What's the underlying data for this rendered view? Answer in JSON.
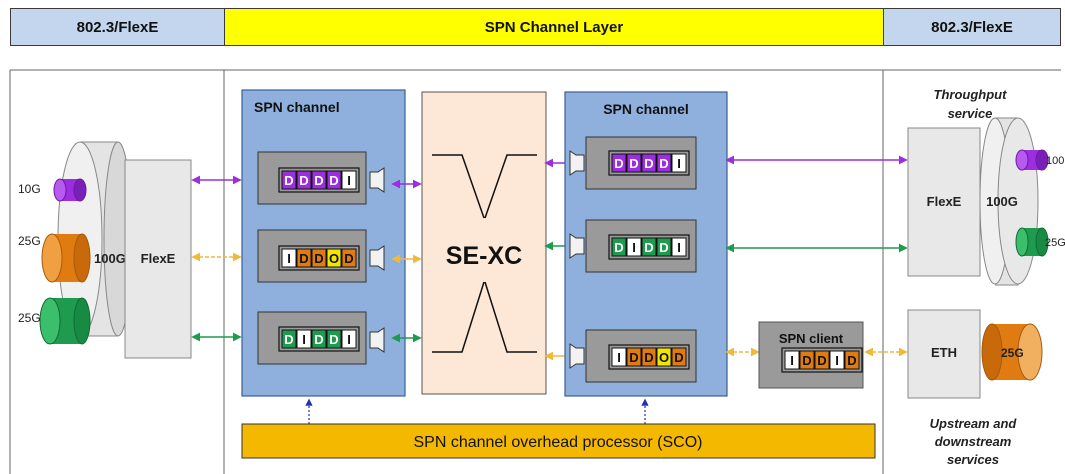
{
  "header": {
    "left": "802.3/FlexE",
    "center": "SPN Channel Layer",
    "right": "802.3/FlexE"
  },
  "left_side": {
    "rate_10g": "10G",
    "rate_25g_a": "25G",
    "rate_25g_b": "25G",
    "drum": "100G",
    "flexe": "FlexE"
  },
  "spn_channel_left": {
    "title": "SPN channel",
    "ch1_blocks": [
      "D",
      "D",
      "D",
      "D",
      "I"
    ],
    "ch2_blocks": [
      "I",
      "D",
      "D",
      "O",
      "D"
    ],
    "ch3_blocks": [
      "D",
      "I",
      "D",
      "D",
      "I"
    ]
  },
  "switch": {
    "label": "SE-XC"
  },
  "spn_channel_right": {
    "title": "SPN channel",
    "ch1_blocks": [
      "D",
      "D",
      "D",
      "D",
      "I"
    ],
    "ch2_blocks": [
      "D",
      "I",
      "D",
      "D",
      "I"
    ],
    "ch3_blocks": [
      "I",
      "D",
      "D",
      "O",
      "D"
    ]
  },
  "spn_client": {
    "title": "SPN client",
    "blocks": [
      "I",
      "D",
      "D",
      "I",
      "D"
    ]
  },
  "right_side": {
    "throughput_label": "Throughput service",
    "flexe": "FlexE",
    "drum": "100G",
    "rate_100": "100",
    "rate_25": "25G",
    "eth": "ETH",
    "eth_rate": "25G",
    "updown_label": "Upstream and downstream services"
  },
  "sco": {
    "label": "SPN channel overhead processor (SCO)"
  },
  "colors": {
    "purple": "#9b2fe0",
    "green": "#1e9b4e",
    "orange": "#e07b12",
    "yellow": "#f2e600",
    "channel_bg": "#8fb0dc",
    "switch_bg": "#fde7d7",
    "arrow_gold": "#f0b93a"
  }
}
